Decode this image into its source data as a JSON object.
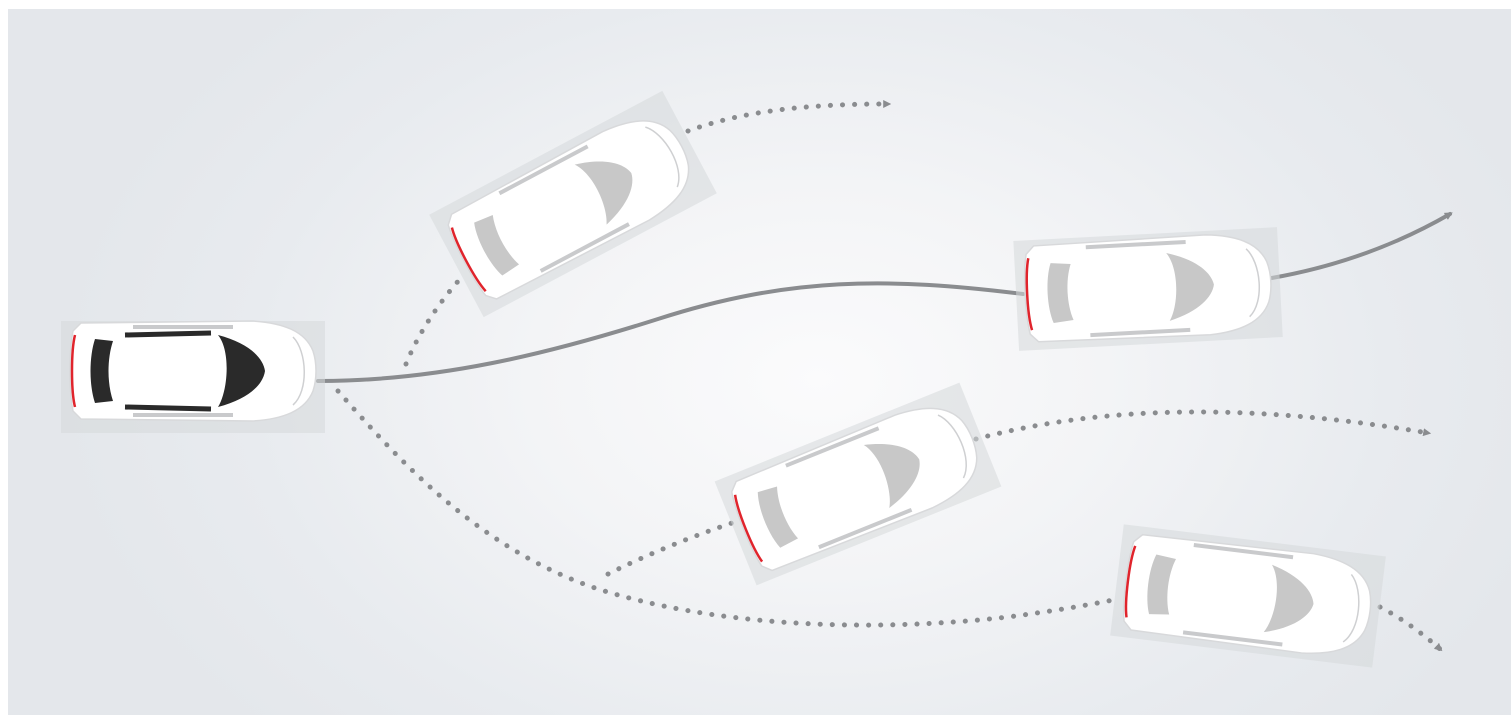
{
  "scene": {
    "background_colors": [
      "#fbfbfc",
      "#e4e7eb"
    ],
    "path_color": "#8a8c8f",
    "dot_color": "#8a8c8f",
    "car_body_color": "#ffffff",
    "ego_glass_color": "#2a2a2a",
    "other_glass_color": "#c8c8c8",
    "tail_light_color": "#e0242c",
    "icons": [
      "ego-car",
      "predicted-car",
      "arrowhead"
    ]
  },
  "ego_vehicle": {
    "label": "",
    "planned_path": "solid",
    "icon": "car-top-view-dark-glass"
  },
  "predicted_trajectories": [
    {
      "id": "upper-left-branch",
      "style": "dotted",
      "endpoint": "arrow"
    },
    {
      "id": "middle-right-branch",
      "style": "dotted",
      "endpoint": "arrow"
    },
    {
      "id": "lower-right-branch",
      "style": "dotted",
      "endpoint": "arrow"
    }
  ]
}
